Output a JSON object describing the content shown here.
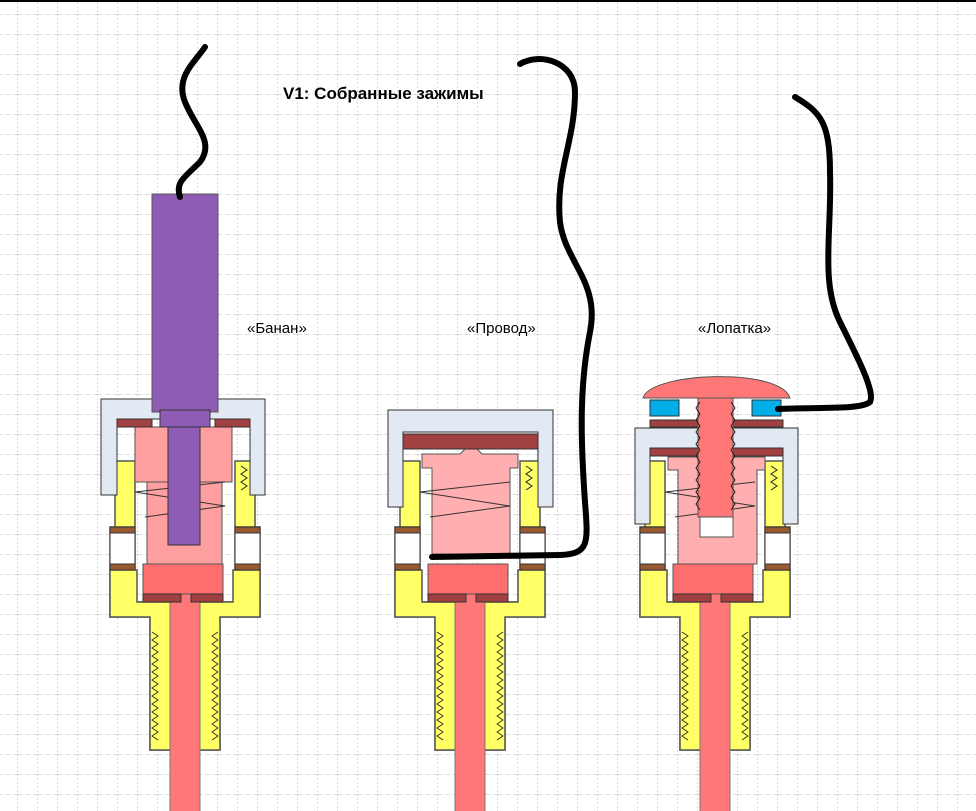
{
  "title": "V1: Собранные зажимы",
  "terminals": [
    {
      "label": "«Банан»"
    },
    {
      "label": "«Провод»"
    },
    {
      "label": "«Лопатка»"
    }
  ],
  "colors": {
    "grid": "#bdbdbd",
    "cap": "#e3e9f2",
    "body": "#ffff66",
    "piston": "#ff9f9f",
    "block": "#ff6e6e",
    "washer": "#a04040",
    "band": "#9a5a30",
    "plug": "#8e5bb5",
    "spacer": "#00aee8",
    "wire": "#000000"
  }
}
